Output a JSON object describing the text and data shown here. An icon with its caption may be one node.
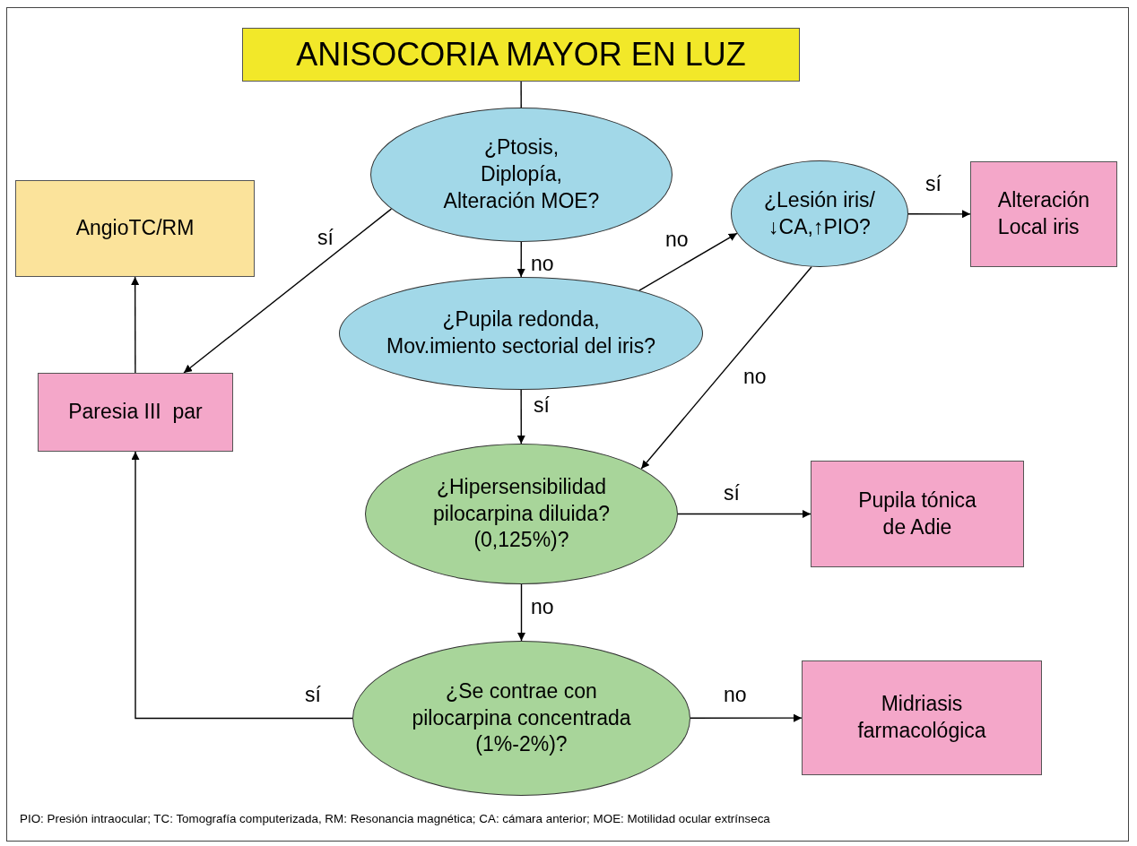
{
  "diagram": {
    "nodes": [
      {
        "text": [
          "ANISOCORIA MAYOR EN LUZ"
        ]
      },
      {
        "text": [
          "¿Ptosis, Diplopía, Alteración MOE?"
        ]
      },
      {
        "text": [
          "AngioTC/RM"
        ]
      },
      {
        "text": [
          "¿Lesión iris/ ↓CA,↑PIO?"
        ]
      },
      {
        "text": [
          "Alteración Local iris"
        ]
      },
      {
        "text": [
          "¿Pupila redonda, Mov.imiento sectorial del iris?"
        ]
      },
      {
        "text": [
          "Paresia III  par"
        ]
      },
      {
        "text": [
          "¿Hipersensibilidad pilocarpina diluida? (0,125%)?"
        ]
      },
      {
        "text": [
          "Pupila tónica de Adie"
        ]
      },
      {
        "text": [
          "¿Se contrae con pilocarpina concentrada (1%-2%)?"
        ]
      },
      {
        "text": [
          "Midriasis farmacológica"
        ]
      }
    ],
    "edges": [
      {
        "from": 0,
        "to": 1,
        "arrow": "none"
      },
      {
        "from": 1,
        "to": 5,
        "arrow": "to",
        "label": "no"
      },
      {
        "from": 1,
        "to": 6,
        "arrow": "to",
        "label": "sí"
      },
      {
        "from": 5,
        "to": 3,
        "arrow": "to",
        "label": "no"
      },
      {
        "from": 3,
        "to": 4,
        "arrow": "to",
        "label": "sí"
      },
      {
        "from": 3,
        "to": 7,
        "arrow": "to",
        "label": "no"
      },
      {
        "from": 5,
        "to": 7,
        "arrow": "to",
        "label": "sí"
      },
      {
        "from": 7,
        "to": 8,
        "arrow": "to",
        "label": "sí"
      },
      {
        "from": 7,
        "to": 9,
        "arrow": "to",
        "label": "no"
      },
      {
        "from": 9,
        "to": 6,
        "arrow": "to",
        "label": "sí"
      },
      {
        "from": 9,
        "to": 10,
        "arrow": "to",
        "label": "no"
      },
      {
        "from": 6,
        "to": 2,
        "arrow": "to"
      }
    ],
    "labels": [
      "PIO: Presión intraocular; TC: Tomografía computerizada, RM: Resonancia magnética; CA: cámara anterior;  MOE: Motilidad ocular extrínseca"
    ]
  }
}
